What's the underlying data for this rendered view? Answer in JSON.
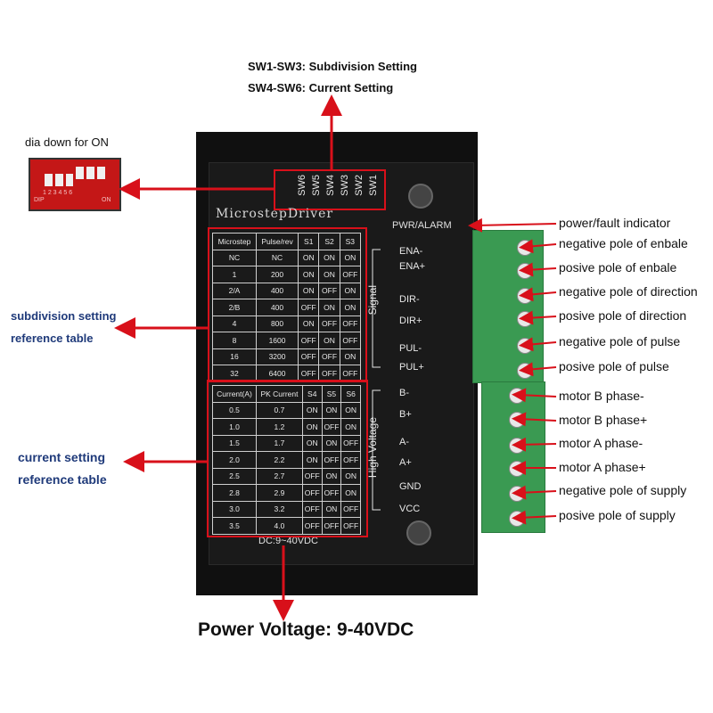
{
  "top_notes": [
    "SW1-SW3: Subdivision Setting",
    "SW4-SW6: Current Setting"
  ],
  "dip_label": "dia down for ON",
  "dip_switch_text": "1 2 3 4 5 6",
  "dip_text": "DIP",
  "dip_on": "ON",
  "left_notes": {
    "subdivision": [
      "subdivision setting",
      "reference table"
    ],
    "current": [
      "current setting",
      "reference table"
    ]
  },
  "device": {
    "brand": "MicrostepDriver",
    "switches": [
      "SW6",
      "SW5",
      "SW4",
      "SW3",
      "SW2",
      "SW1"
    ],
    "pwr_alarm": "PWR/ALARM",
    "dc": "DC:9~40VDC",
    "signal_label": "Signal",
    "hv_label": "High Voltage",
    "terminal_labels": [
      "ENA-",
      "ENA+",
      "DIR-",
      "DIR+",
      "PUL-",
      "PUL+",
      "B-",
      "B+",
      "A-",
      "A+",
      "GND",
      "VCC"
    ]
  },
  "subdivision_table": {
    "headers": [
      "Microstep",
      "Pulse/rev",
      "S1",
      "S2",
      "S3"
    ],
    "rows": [
      [
        "NC",
        "NC",
        "ON",
        "ON",
        "ON"
      ],
      [
        "1",
        "200",
        "ON",
        "ON",
        "OFF"
      ],
      [
        "2/A",
        "400",
        "ON",
        "OFF",
        "ON"
      ],
      [
        "2/B",
        "400",
        "OFF",
        "ON",
        "ON"
      ],
      [
        "4",
        "800",
        "ON",
        "OFF",
        "OFF"
      ],
      [
        "8",
        "1600",
        "OFF",
        "ON",
        "OFF"
      ],
      [
        "16",
        "3200",
        "OFF",
        "OFF",
        "ON"
      ],
      [
        "32",
        "6400",
        "OFF",
        "OFF",
        "OFF"
      ]
    ]
  },
  "current_table": {
    "headers": [
      "Current(A)",
      "PK Current",
      "S4",
      "S5",
      "S6"
    ],
    "rows": [
      [
        "0.5",
        "0.7",
        "ON",
        "ON",
        "ON"
      ],
      [
        "1.0",
        "1.2",
        "ON",
        "OFF",
        "ON"
      ],
      [
        "1.5",
        "1.7",
        "ON",
        "ON",
        "OFF"
      ],
      [
        "2.0",
        "2.2",
        "ON",
        "OFF",
        "OFF"
      ],
      [
        "2.5",
        "2.7",
        "OFF",
        "ON",
        "ON"
      ],
      [
        "2.8",
        "2.9",
        "OFF",
        "OFF",
        "ON"
      ],
      [
        "3.0",
        "3.2",
        "OFF",
        "ON",
        "OFF"
      ],
      [
        "3.5",
        "4.0",
        "OFF",
        "OFF",
        "OFF"
      ]
    ]
  },
  "right_labels": [
    "power/fault indicator",
    "negative pole of enbale",
    "posive pole of enbale",
    "negative pole of direction",
    "posive pole of direction",
    "negative pole of pulse",
    "posive pole of pulse",
    "motor B phase-",
    "motor B phase+",
    "motor A phase-",
    "motor A phase+",
    "negative pole of supply",
    "posive pole of supply"
  ],
  "power_voltage": "Power Voltage: 9-40VDC",
  "colors": {
    "annotation_red": "#d8101a",
    "terminal_green": "#3a9a52",
    "device_black": "#1a1a1a"
  }
}
